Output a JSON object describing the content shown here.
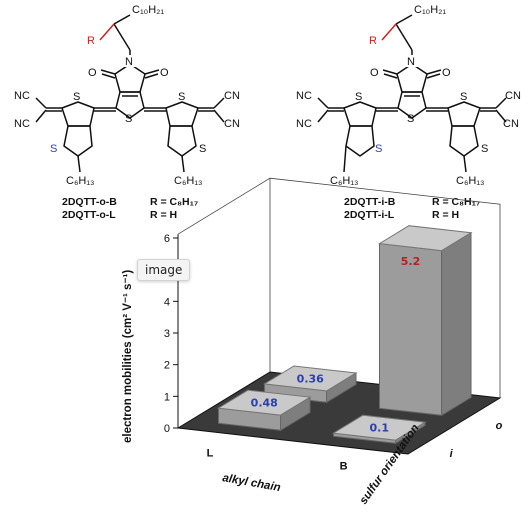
{
  "molecules": [
    {
      "name_b": "2DQTT-o-B",
      "name_l": "2DQTT-o-L",
      "r_b": "R = C₈H₁₇",
      "r_l": "R = H",
      "alkyl": "C₁₀H₂₁",
      "r_sym": "R",
      "hexyl_left": "C₆H₁₃",
      "hexyl_right": "C₆H₁₃",
      "cn": [
        "NC",
        "NC",
        "CN",
        "CN"
      ],
      "atoms": {
        "o_left": "O",
        "o_right": "O",
        "n": "N",
        "s_center": "S",
        "s_left_top": "S",
        "s_right_top": "S",
        "s_left_bottom": "S",
        "s_right_bottom": "S"
      }
    },
    {
      "name_b": "2DQTT-i-B",
      "name_l": "2DQTT-i-L",
      "r_b": "R = C₈H₁₇",
      "r_l": "R = H",
      "alkyl": "C₁₀H₂₁",
      "r_sym": "R",
      "hexyl_left": "C₆H₁₃",
      "hexyl_right": "C₆H₁₃",
      "cn": [
        "NC",
        "NC",
        "CN",
        "CN"
      ],
      "atoms": {
        "o_left": "O",
        "o_right": "O",
        "n": "N",
        "s_center": "S",
        "s_left_top": "S",
        "s_right_top": "S",
        "s_left_bottom": "S",
        "s_right_bottom": "S"
      }
    }
  ],
  "tooltip": "image",
  "colors": {
    "highlight": "#d02020",
    "bar_front": "#9c9c9c",
    "bar_top": "#c9c9c9",
    "bar_side": "#7e7e7e",
    "floor": "#3a3a3a",
    "label_small": "#2a3fb0",
    "label_big": "#b82020"
  },
  "chart_data": {
    "type": "bar",
    "subtype": "3d-bar",
    "title": "",
    "ylabel": "electron mobilities (cm² V⁻¹ s⁻¹)",
    "xlabel": "alkyl chain",
    "zlabel": "sulfur orientation",
    "x_categories": [
      "L",
      "B"
    ],
    "z_categories": [
      "i",
      "o"
    ],
    "ylim": [
      0,
      6
    ],
    "yticks": [
      0,
      1,
      2,
      3,
      4,
      5,
      6
    ],
    "points": [
      {
        "x": "L",
        "z": "i",
        "value": 0.48,
        "label": "0.48"
      },
      {
        "x": "B",
        "z": "i",
        "value": 0.1,
        "label": "0.1"
      },
      {
        "x": "L",
        "z": "o",
        "value": 0.36,
        "label": "0.36"
      },
      {
        "x": "B",
        "z": "o",
        "value": 5.2,
        "label": "5.2"
      }
    ]
  }
}
